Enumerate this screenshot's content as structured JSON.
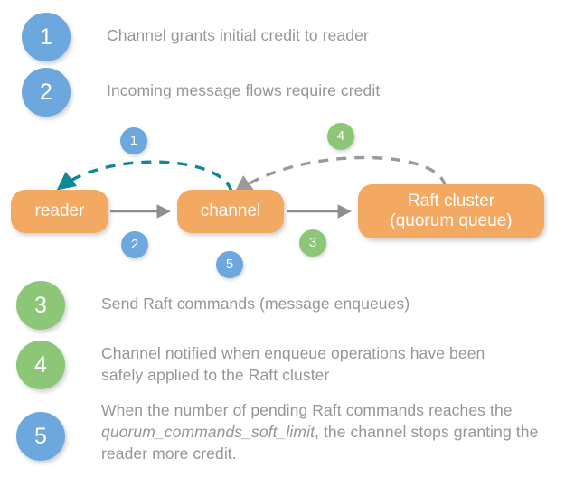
{
  "legend": {
    "items": [
      {
        "num": "1",
        "color_class": "blue",
        "text": "Channel grants initial credit to reader"
      },
      {
        "num": "2",
        "color_class": "blue",
        "text": "Incoming message flows require credit"
      },
      {
        "num": "3",
        "color_class": "green",
        "text": "Send Raft commands (message enqueues)"
      },
      {
        "num": "4",
        "color_class": "green",
        "text": "Channel notified when enqueue operations have been safely applied to the Raft cluster"
      },
      {
        "num": "5",
        "color_class": "blue",
        "text_part1": "When the number of pending Raft commands reaches the ",
        "text_emphasis": "quorum_commands_soft_limit",
        "text_part2": ", the channel stops granting the reader more credit."
      }
    ]
  },
  "diagram": {
    "nodes": {
      "reader": "reader",
      "channel": "channel",
      "raft_line1": "Raft cluster",
      "raft_line2": "(quorum queue)"
    },
    "markers": {
      "one": "1",
      "two": "2",
      "three": "3",
      "four": "4",
      "five": "5"
    }
  },
  "colors": {
    "blue": "#6ca8dd",
    "green": "#8cc677",
    "orange": "#f4a963",
    "teal_arrow": "#0e8a96",
    "gray_arrow": "#9a9a9a",
    "text_gray": "#969696"
  }
}
